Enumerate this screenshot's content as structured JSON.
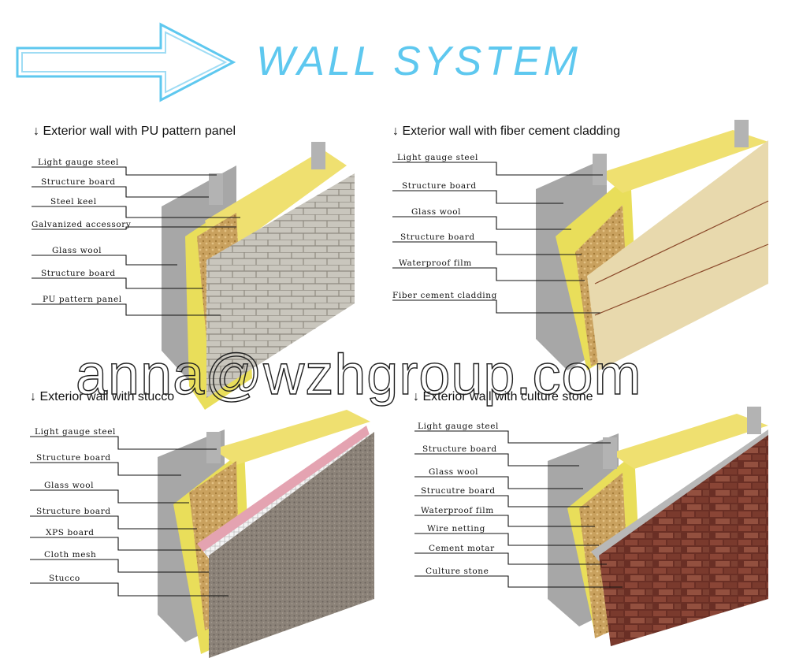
{
  "header": {
    "title": "WALL SYSTEM"
  },
  "watermark": "anna@wzhgroup.com",
  "panels": [
    {
      "title": "↓ Exterior wall with PU pattern panel",
      "labels": [
        "Light gauge steel",
        "Structure board",
        "Steel keel",
        "Galvanized accessory",
        "Glass wool",
        "Structure board",
        "PU pattern panel"
      ]
    },
    {
      "title": "↓ Exterior wall with fiber cement cladding",
      "labels": [
        "Light gauge steel",
        "Structure board",
        "Glass wool",
        "Structure board",
        "Waterproof film",
        "Fiber cement cladding"
      ]
    },
    {
      "title": "↓ Exterior wall with stucco",
      "labels": [
        "Light gauge steel",
        "Structure board",
        "Glass wool",
        "Structure board",
        "XPS board",
        "Cloth mesh",
        "Stucco"
      ]
    },
    {
      "title": "↓ Exterior wall with culture stone",
      "labels": [
        "Light gauge steel",
        "Structure board",
        "Glass wool",
        "Strucutre board",
        "Waterproof film",
        "Wire netting",
        "Cement motar",
        "Culture stone"
      ]
    }
  ],
  "colors": {
    "title": "#5ec8ef",
    "arrow": "#5ec8ef",
    "glass_wool": "#e9de5a",
    "osb": "#c9a15e",
    "steel": "#a9a9a9"
  }
}
